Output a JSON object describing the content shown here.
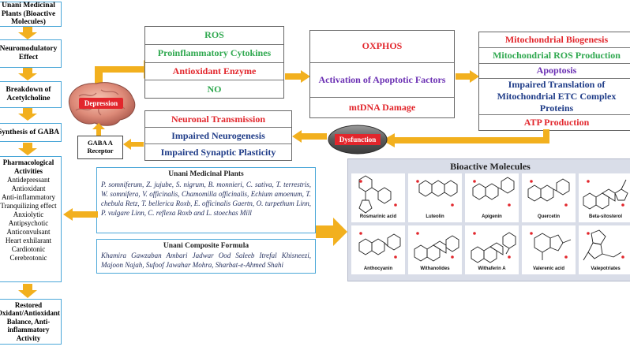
{
  "left_column": {
    "plants_header": "Unani  Medicinal Plants (Bioactive Molecules)",
    "neuro_effect": "Neuromodulatory Effect",
    "breakdown": "Breakdown of Acetylcholine",
    "gaba_synth": "Synthesis of GABA",
    "pharm_title": "Pharmacological Activities",
    "pharm_list": [
      "Antidepressant",
      "Antioxidant",
      "Anti-inflammatory",
      "Tranquilizing effect",
      "Anxiolytic",
      "Antipsychotic",
      "Anticonvulsant",
      "Heart exhilarant",
      "Cardiotonic",
      "Cerebrotonic"
    ],
    "restored": "Restored Oxidant/Antioxidant Balance, Anti-inflammatory Activity"
  },
  "brain": {
    "label": "Depression"
  },
  "gaba_receptor": {
    "label": "GABA A Receptor"
  },
  "box1": {
    "items": [
      {
        "text": "ROS",
        "color": "green"
      },
      {
        "text": "Proinflammatory Cytokines",
        "color": "green"
      },
      {
        "text": "Antioxidant Enzyme",
        "color": "red"
      },
      {
        "text": "NO",
        "color": "green"
      }
    ]
  },
  "box2": {
    "items": [
      {
        "text": "OXPHOS",
        "color": "red"
      },
      {
        "text": "Activation of Apoptotic Factors",
        "color": "purple"
      },
      {
        "text": "mtDNA Damage",
        "color": "red"
      }
    ]
  },
  "box3": {
    "items": [
      {
        "text": "Mitochondrial Biogenesis",
        "color": "red"
      },
      {
        "text": "Mitochondrial ROS Production",
        "color": "green"
      },
      {
        "text": "Apoptosis",
        "color": "purple"
      },
      {
        "text": "Impaired Translation of Mitochondrial ETC Complex Proteins",
        "color": "navy"
      },
      {
        "text": "ATP Production",
        "color": "red"
      }
    ]
  },
  "mito": {
    "label": "Dysfunction"
  },
  "box4": {
    "items": [
      {
        "text": "Neuronal Transmission",
        "color": "red"
      },
      {
        "text": "Impaired Neurogenesis",
        "color": "navy"
      },
      {
        "text": "Impaired Synaptic Plasticity",
        "color": "navy"
      }
    ]
  },
  "plants_panel": {
    "title": "Unani  Medicinal Plants",
    "text": "P. somniferum, Z. jujube, S. nigrum, B. monnieri, C. sativa, T. terrestris, W. somnifera, V. officinalis, Chamomilla officinalis, Echium amoenum, T. chebula Retz, T. bellerica Roxb, E. officinalis Gaertn, O. turpethum Linn, P. vulgare Linn, C. reflexa Roxb and L. stoechas Mill"
  },
  "formula_panel": {
    "title": "Unani  Composite Formula",
    "text": "Khamira Gawzaban Ambari Jadwar Ood Saleeb Itrefal Khisneezi, Majoon Najah, Sufoof Jawahar Mohra, Sharbat-e-Ahmed Shahi"
  },
  "bioactive": {
    "title": "Bioactive Molecules",
    "molecules": [
      "Rosmarinic acid",
      "Luteolin",
      "Apigenin",
      "Quercetin",
      "Beta-sitosterol",
      "Anthocyanin",
      "Withanolides",
      "Withaferin A",
      "Valerenic acid",
      "Valepotriates"
    ]
  },
  "colors": {
    "red": "#e2262c",
    "green": "#2fa84f",
    "purple": "#6a2fb3",
    "navy": "#1f3c88",
    "arrow": "#f2b01e",
    "border": "#4aa7d8"
  }
}
